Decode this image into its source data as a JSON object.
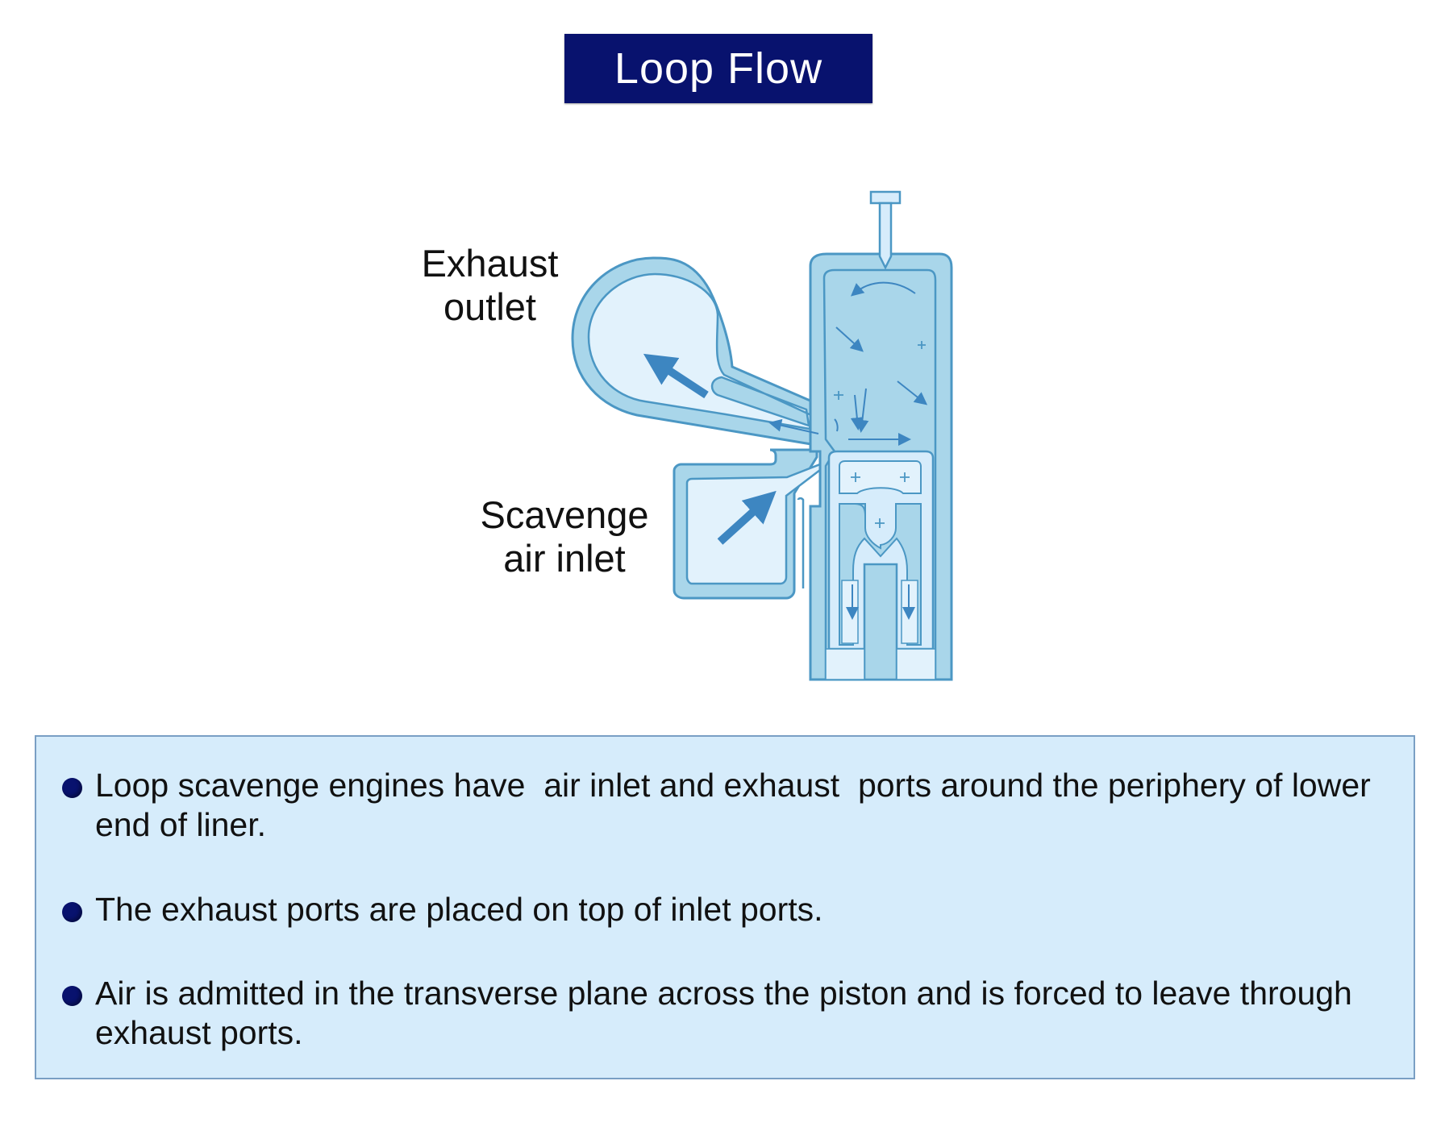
{
  "title": "Loop Flow",
  "diagram": {
    "labels": {
      "exhaust_line1": "Exhaust",
      "exhaust_line2": "outlet",
      "scavenge_line1": "Scavenge",
      "scavenge_line2": "air inlet"
    },
    "colors": {
      "fill": "#a9d6ea",
      "fill_light": "#e2f2fc",
      "stroke": "#4b97c4",
      "arrow": "#3d86c1",
      "title_bg": "#08126e"
    }
  },
  "bullets": [
    {
      "text": "Loop scavenge engines have  air inlet and exhaust  ports around the periphery of lower end of liner."
    },
    {
      "text": "The exhaust ports are placed on top of inlet ports."
    },
    {
      "text": "Air is admitted in the transverse plane across the piston and is forced to leave through exhaust ports."
    }
  ]
}
